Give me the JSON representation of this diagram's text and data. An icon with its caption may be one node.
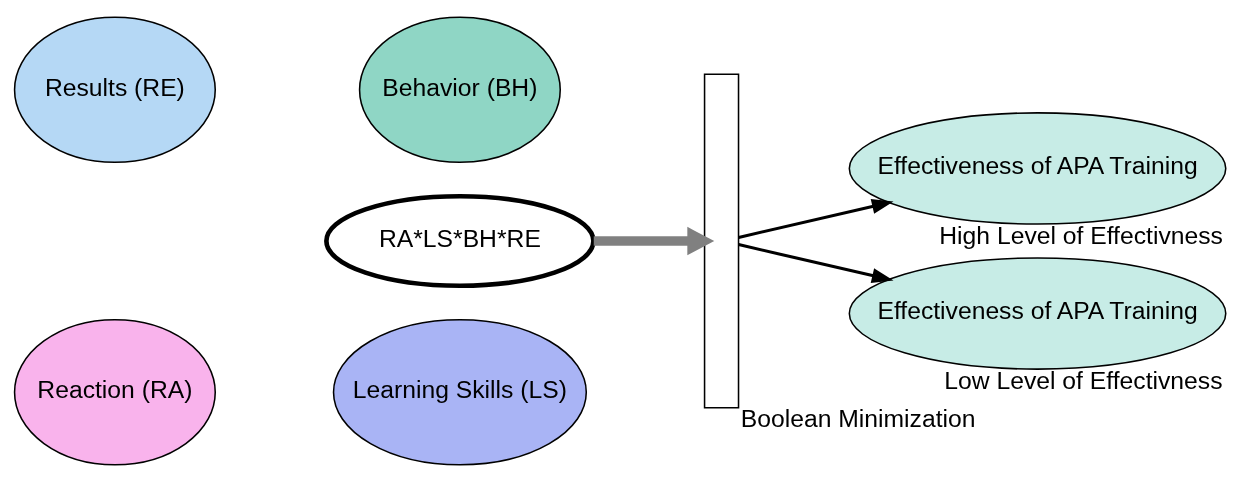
{
  "diagram": {
    "nodes": [
      {
        "text": [
          "Reaction (RA)"
        ]
      },
      {
        "text": [
          "Learning Skills (LS)"
        ]
      },
      {
        "text": [
          "RA*LS*BH*RE"
        ]
      },
      {
        "text": [
          "Results (RE)"
        ]
      },
      {
        "text": [
          "Behavior (BH)"
        ]
      },
      {
        "text": [],
        "shape": "bar",
        "beside": [
          "Boolean Minimization"
        ]
      },
      {
        "text": [
          "Effectiveness of APA Training"
        ],
        "beside": [
          "High Level of Effectivness"
        ]
      },
      {
        "text": [
          "Effectiveness of APA Training"
        ],
        "beside": [
          "Low Level of Effectivness"
        ]
      }
    ],
    "edges": [
      {
        "from": 2,
        "to": 5,
        "arrow": "to",
        "style": "thick",
        "color": "#808080"
      },
      {
        "from": 5,
        "to": 6,
        "arrow": "to"
      },
      {
        "from": 5,
        "to": 7,
        "arrow": "to"
      }
    ]
  }
}
